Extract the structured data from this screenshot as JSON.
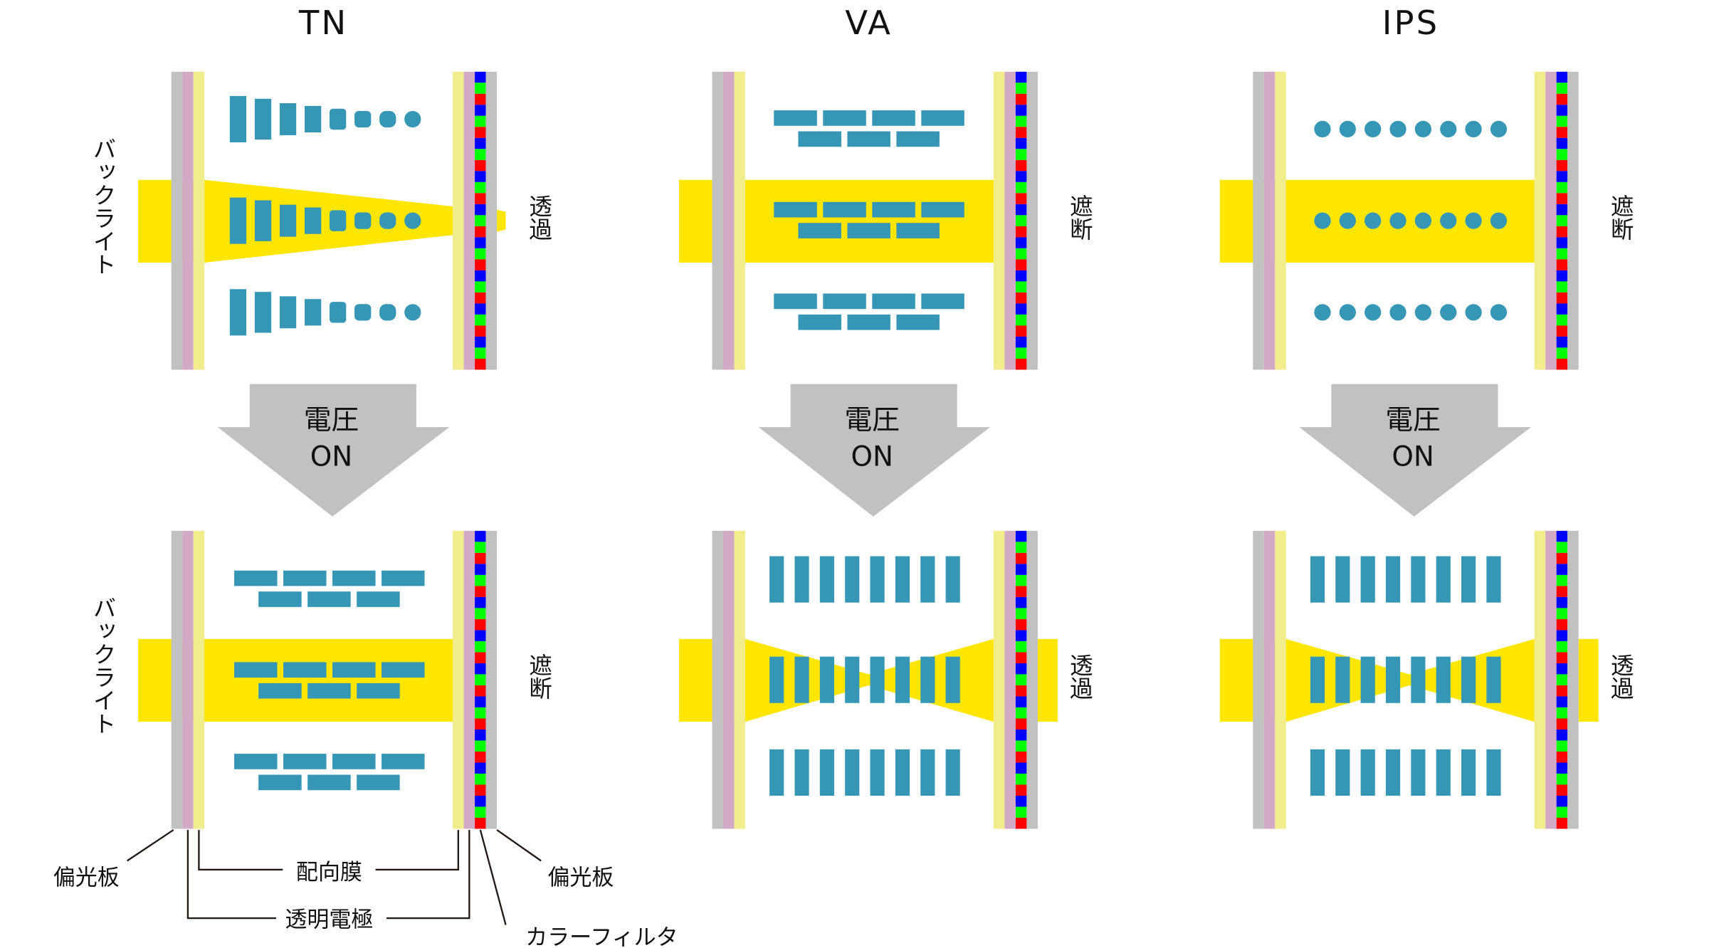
{
  "titles": [
    "TN",
    "VA",
    "IPS"
  ],
  "backlight_label": "バックライト",
  "arrow": {
    "line1": "電圧",
    "line2": "ON"
  },
  "states": {
    "transmit": "透過",
    "block": "遮断"
  },
  "panels": {
    "TN": {
      "off": "透過",
      "on": "遮断"
    },
    "VA": {
      "off": "遮断",
      "on": "透過"
    },
    "IPS": {
      "off": "遮断",
      "on": "透過"
    }
  },
  "annotations": {
    "polarizer_left": "偏光板",
    "alignment_film": "配向膜",
    "transparent_electrode": "透明電極",
    "polarizer_right": "偏光板",
    "color_filter": "カラーフィルタ"
  },
  "colors": {
    "polarizer": "#c0c1c0",
    "alignment": "#d2aac6",
    "electrode": "#f1ec8c",
    "light": "#ffe600",
    "molecule": "#3596b5",
    "filter": [
      "#0000ff",
      "#00ff00",
      "#ff0000"
    ]
  }
}
